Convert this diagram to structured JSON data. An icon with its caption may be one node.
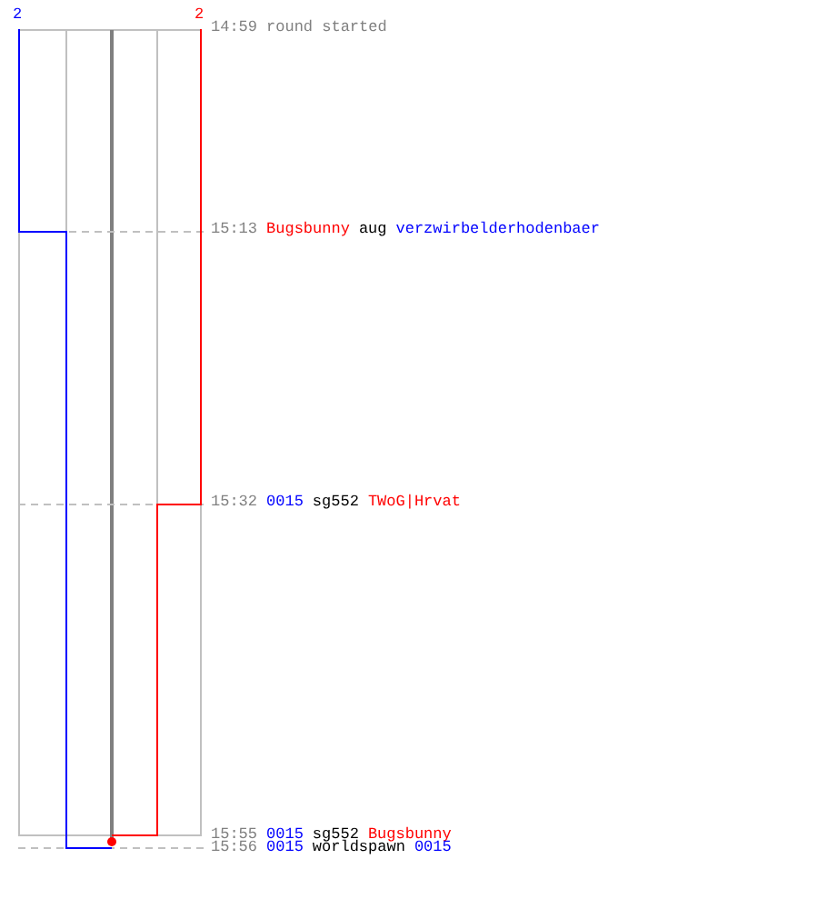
{
  "diagram": {
    "labels": [
      "2",
      "2",
      "14:59",
      "round started",
      "15:13",
      "Bugsbunny",
      "aug",
      "verzwirbelderhodenbaer",
      "15:32",
      "0015",
      "sg552",
      "TWoG|Hrvat",
      "15:55",
      "0015",
      "sg552",
      "Bugsbunny",
      "15:56",
      "0015",
      "worldspawn",
      "0015"
    ]
  }
}
